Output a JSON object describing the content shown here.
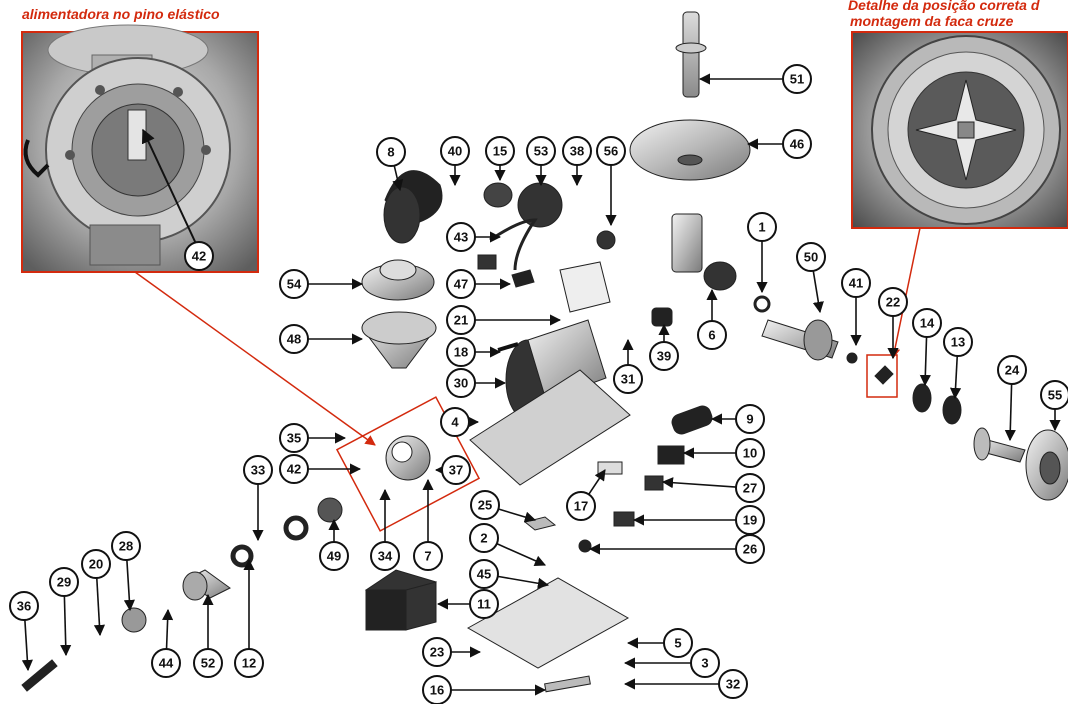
{
  "detail_left": {
    "caption": "alimentadora no pino elástico",
    "callout": "42"
  },
  "detail_right": {
    "caption_line1": "Detalhe da posição correta d",
    "caption_line2": "montagem da faca cruze"
  },
  "callouts": [
    "1",
    "2",
    "3",
    "4",
    "5",
    "6",
    "7",
    "8",
    "9",
    "10",
    "11",
    "12",
    "13",
    "14",
    "15",
    "16",
    "17",
    "18",
    "19",
    "20",
    "21",
    "22",
    "23",
    "24",
    "25",
    "26",
    "27",
    "28",
    "29",
    "30",
    "31",
    "32",
    "33",
    "34",
    "35",
    "36",
    "37",
    "38",
    "39",
    "40",
    "41",
    "42",
    "43",
    "44",
    "45",
    "46",
    "47",
    "48",
    "49",
    "50",
    "51",
    "52",
    "53",
    "54",
    "55",
    "56"
  ],
  "colors": {
    "accent": "#d32a0e",
    "outline": "#111111",
    "part_gray": "#b8b8b8",
    "dark_part": "#222222"
  }
}
